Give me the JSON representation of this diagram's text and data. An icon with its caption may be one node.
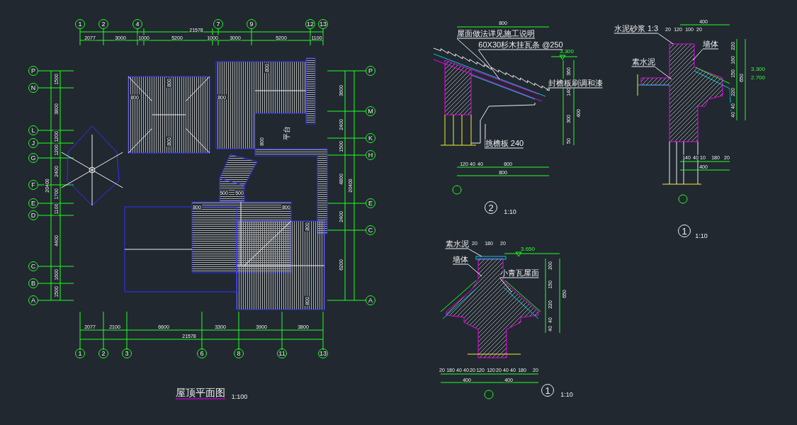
{
  "diagram": {
    "title": "屋顶平面图",
    "nodes": [
      {
        "text": [
          "屋面做法详见施工说明"
        ]
      },
      {
        "text": [
          "60X30杉木挂瓦条 @250"
        ]
      },
      {
        "text": [
          "封檐板刷调和漆"
        ]
      },
      {
        "text": [
          "挑檐板 240"
        ]
      },
      {
        "text": [
          "素水泥"
        ]
      },
      {
        "text": [
          "墙体"
        ]
      },
      {
        "text": [
          "小青瓦屋面"
        ]
      },
      {
        "text": [
          "水泥砂浆 1:3"
        ]
      },
      {
        "text": [
          "墙体"
        ]
      },
      {
        "text": [
          "素水泥"
        ]
      }
    ],
    "edges": [
      {
        "from": 0,
        "to": null,
        "arrow": "none"
      },
      {
        "from": 1,
        "to": null,
        "arrow": "none"
      },
      {
        "from": 2,
        "to": null,
        "arrow": "none"
      },
      {
        "from": 3,
        "to": null,
        "arrow": "none"
      },
      {
        "from": 4,
        "to": null,
        "arrow": "none"
      },
      {
        "from": 5,
        "to": null,
        "arrow": "none"
      },
      {
        "from": 6,
        "to": null,
        "arrow": "none"
      },
      {
        "from": 7,
        "to": null,
        "arrow": "none"
      },
      {
        "from": 8,
        "to": null,
        "arrow": "none"
      },
      {
        "from": 9,
        "to": null,
        "arrow": "none"
      }
    ],
    "labels": [
      "1",
      "2",
      "4",
      "7",
      "9",
      "12",
      "13",
      "21578",
      "2077",
      "3000",
      "1000",
      "5200",
      "1000",
      "3000",
      "5200",
      "1100",
      "P",
      "N",
      "L",
      "J",
      "G",
      "F",
      "E",
      "D",
      "C",
      "B",
      "A",
      "1500",
      "3800",
      "1200",
      "1200",
      "2400",
      "1700",
      "1100",
      "4400",
      "1600",
      "1500",
      "20400",
      "P",
      "M",
      "K",
      "H",
      "E",
      "C",
      "A",
      "3600",
      "2400",
      "1500",
      "4800",
      "2400",
      "6200",
      "20400",
      "800",
      "800",
      "800",
      "800",
      "800",
      "800",
      "平台",
      "500",
      "500",
      "800",
      "800",
      "800",
      "800",
      "2077",
      "2100",
      "6600",
      "3300",
      "3900",
      "3800",
      "21578",
      "1",
      "2",
      "3",
      "6",
      "8",
      "11",
      "13",
      "1:100",
      "800",
      "3.300",
      "360",
      "140",
      "400",
      "300",
      "50",
      "120",
      "40",
      "40",
      "600",
      "800",
      "2",
      "1:10",
      "20",
      "180",
      "20",
      "3.650",
      "200",
      "150",
      "220",
      "40",
      "40",
      "650",
      "20",
      "180",
      "40",
      "40",
      "20",
      "120",
      "120",
      "20",
      "40",
      "40",
      "180",
      "20",
      "400",
      "400",
      "1",
      "1:10",
      "400",
      "20",
      "120",
      "100",
      "20",
      "3.300",
      "2.700",
      "220",
      "160",
      "150",
      "220",
      "40",
      "40",
      "650",
      "140",
      "40",
      "10",
      "180",
      "20",
      "400",
      "1",
      "1:10"
    ]
  }
}
